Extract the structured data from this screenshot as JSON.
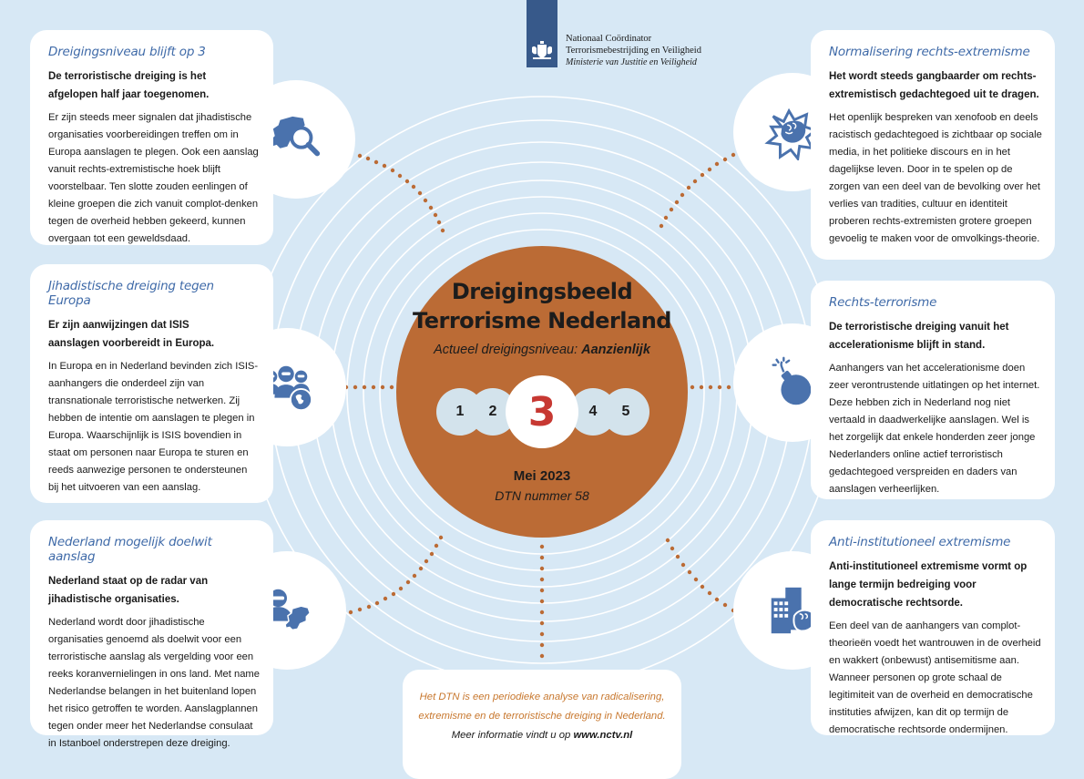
{
  "header": {
    "org_line1": "Nationaal Coördinator",
    "org_line2": "Terrorismebestrijding en Veiligheid",
    "ministry": "Ministerie van Justitie en Veiligheid",
    "logo_icon": "coat-of-arms-icon"
  },
  "colors": {
    "background": "#d7e8f5",
    "card": "#ffffff",
    "title_blue": "#3f6aa8",
    "icon_blue": "#4a72ad",
    "center_orange": "#bb6b35",
    "level_red": "#c73832",
    "scale_dot": "#d3e3ec",
    "footer_orange": "#c8782f",
    "logo_blue": "#37598a"
  },
  "center": {
    "title_line1": "Dreigingsbeeld",
    "title_line2": "Terrorisme Nederland",
    "level_label": "Actueel dreigingsniveau:",
    "level_value": "Aanzienlijk",
    "scale": [
      "1",
      "2",
      "3",
      "4",
      "5"
    ],
    "current_level": "3",
    "date": "Mei 2023",
    "dtn_number": "DTN nummer 58"
  },
  "cards": [
    {
      "title": "Dreigingsniveau blijft op 3",
      "lead": "De terroristische dreiging is het afgelopen half jaar toegenomen.",
      "body": "Er zijn steeds meer signalen dat jihadistische organisaties voorbereidingen treffen om in Europa aanslagen te plegen. Ook een aanslag vanuit rechts-extremistische hoek blijft voorstelbaar. Ten slotte zouden eenlingen of kleine groepen die zich vanuit complot-denken tegen de overheid hebben gekeerd, kunnen overgaan tot een geweldsdaad.",
      "icon": "netherlands-magnifier-icon"
    },
    {
      "title": "Jihadistische dreiging tegen Europa",
      "lead": "Er zijn aanwijzingen dat ISIS aanslagen voorbereidt in Europa.",
      "body": "In Europa en in Nederland bevinden zich ISIS-aanhangers die onderdeel zijn van transnationale terroristische netwerken. Zij hebben de intentie om aanslagen te plegen in Europa. Waarschijnlijk is ISIS bovendien in staat om personen naar Europa te sturen en reeds aanwezige personen te ondersteunen bij het uitvoeren van een aanslag.",
      "icon": "masked-group-globe-icon"
    },
    {
      "title": "Nederland mogelijk doelwit aanslag",
      "lead": "Nederland staat op de radar van jihadistische organisaties.",
      "body": "Nederland wordt door jihadistische organisaties genoemd als doelwit voor een terroristische aanslag als vergelding voor een reeks koranvernielingen in ons land. Met name Nederlandse belangen in het buitenland lopen het risico getroffen te worden. Aanslagplannen tegen onder meer het Nederlandse consulaat in Istanboel onderstrepen deze dreiging.",
      "icon": "masked-person-netherlands-icon"
    },
    {
      "title": "Normalisering rechts-extremisme",
      "lead": "Het wordt steeds gangbaarder om rechts-extremistisch gedachtegoed uit te dragen.",
      "body": "Het openlijk bespreken van xenofoob en deels racistisch gedachtegoed is zichtbaar op sociale media, in het politieke discours en in het dagelijkse leven. Door in te spelen op de zorgen van een deel van de bevolking over het verlies van tradities, cultuur en identiteit proberen rechts-extremisten grotere groepen gevoelig te maken voor de omvolkings-theorie.",
      "icon": "fist-burst-icon"
    },
    {
      "title": "Rechts-terrorisme",
      "lead": "De terroristische dreiging vanuit het accelerationisme blijft in stand.",
      "body": "Aanhangers van het accelerationisme doen zeer verontrustende uitlatingen op het internet. Deze hebben zich in Nederland nog niet vertaald in daadwerkelijke aanslagen. Wel is het zorgelijk dat enkele honderden zeer jonge Nederlanders online actief terroristisch gedachtegoed verspreiden en daders van aanslagen verheerlijken.",
      "icon": "bomb-icon"
    },
    {
      "title": "Anti-institutioneel extremisme",
      "lead": "Anti-institutioneel extremisme vormt op lange termijn bedreiging voor democratische rechtsorde.",
      "body": "Een deel van de aanhangers van complot-theorieën voedt het wantrouwen in de overheid en wakkert (onbewust) antisemitisme aan. Wanneer personen op grote schaal de legitimiteit van de overheid en democratische instituties afwijzen, kan dit op termijn de democratische rechtsorde ondermijnen.",
      "icon": "building-fist-icon"
    }
  ],
  "footer": {
    "line1": "Het DTN is een periodieke analyse van radicalisering,",
    "line2": "extremisme en de terroristische dreiging in Nederland.",
    "more_info": "Meer informatie vindt u op",
    "url": "www.nctv.nl"
  }
}
